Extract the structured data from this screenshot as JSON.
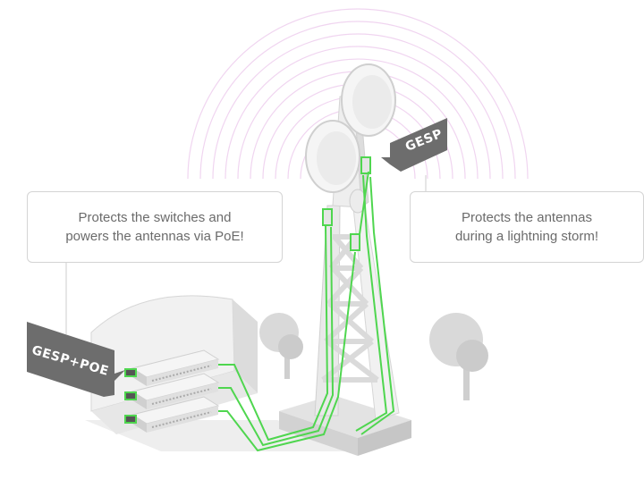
{
  "callouts": {
    "left": {
      "line1": "Protects the switches and",
      "line2": "powers the antennas via PoE!"
    },
    "right": {
      "line1": "Protects the antennas",
      "line2": "during a lightning storm!"
    }
  },
  "tags": {
    "tower": "GESP",
    "building": "GESP+POE"
  },
  "colors": {
    "cable": "#4fd64f",
    "signal": "#e6b8e6",
    "tag_fill": "#6b6b6b",
    "structure": "#e4e4e4"
  }
}
